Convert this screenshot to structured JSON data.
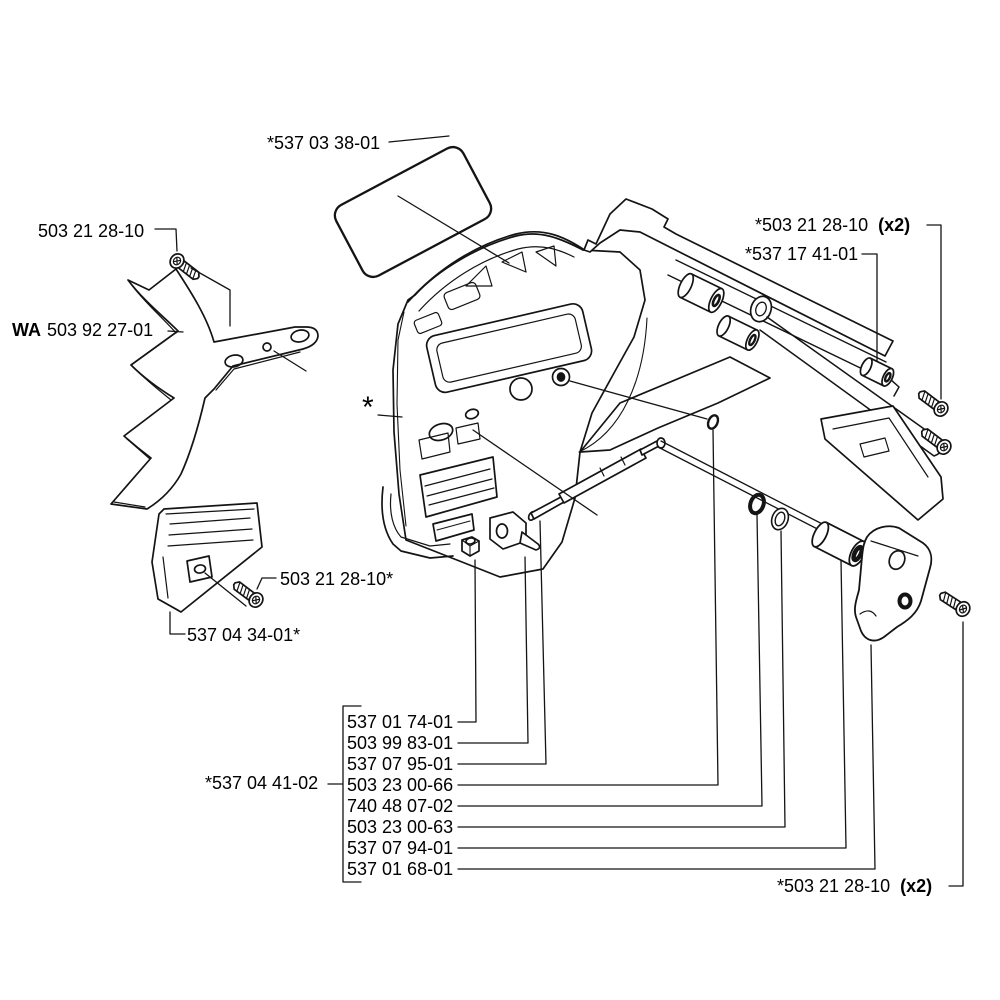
{
  "labels": {
    "bumper_spike_screw": "503 21 28-10",
    "felling_dog_prefix": "WA",
    "felling_dog": "503 92 27-01",
    "decal": "*537 03 38-01",
    "cover_marker": "*",
    "guard_screws": "*503 21 28-10",
    "guard_screws_qty": "(x2)",
    "brake_band": "*537 17 41-01",
    "catcher_screw": "503 21 28-10*",
    "chain_catcher": "537 04 34-01*",
    "tensioner_assembly": "*537 04 41-02",
    "cover_screws": "*503 21 28-10",
    "cover_screws_qty": "(x2)"
  },
  "parts_list": {
    "items": [
      "537 01 74-01",
      "503 99 83-01",
      "537 07 95-01",
      "503 23 00-66",
      "740 48 07-02",
      "503 23 00-63",
      "537 07 94-01",
      "537 01 68-01"
    ]
  }
}
